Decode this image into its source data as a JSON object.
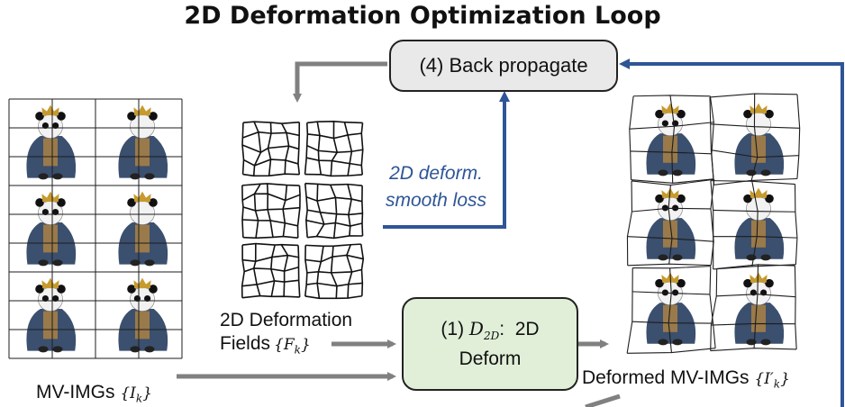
{
  "title": "2D Deformation Optimization Loop",
  "back_propagate": {
    "step": "(4)",
    "label": "Back propagate"
  },
  "smooth_loss": {
    "line1": "2D deform.",
    "line2": "smooth loss"
  },
  "deformation_fields": {
    "line1": "2D  Deformation",
    "line2": "Fields",
    "symbol": "{F",
    "sub": "k",
    "close": "}"
  },
  "deform_box": {
    "step": "(1)",
    "operator": "D",
    "operator_sub": "2D",
    "colon": ":",
    "word1": "2D",
    "word2": "Deform"
  },
  "inputs": {
    "label": "MV-IMGs",
    "symbol": "{I",
    "sub": "k",
    "close": "}"
  },
  "outputs": {
    "label": "Deformed MV-IMGs",
    "symbol": "{I′",
    "sub": "k",
    "close": "}"
  },
  "colors": {
    "gray_arrow": "#808080",
    "blue_arrow": "#2e5596",
    "deform_box_fill": "#e1efd9",
    "bp_box_fill": "#e9e9e9"
  },
  "images": {
    "input_grid_subject": "panda character with crown, 6 views",
    "output_grid_subject": "deformed panda character views"
  }
}
